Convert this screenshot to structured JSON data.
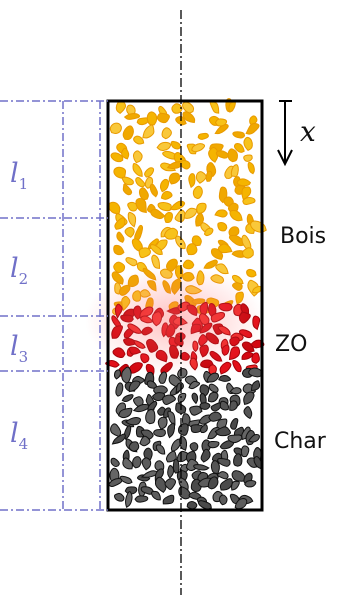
{
  "axis": {
    "label": "x"
  },
  "zones": [
    {
      "key": "bois",
      "label": "Bois"
    },
    {
      "key": "zo",
      "label": "ZO"
    },
    {
      "key": "char",
      "label": "Char"
    }
  ],
  "lengths": [
    {
      "symbol": "l",
      "subscript": "1"
    },
    {
      "symbol": "l",
      "subscript": "2"
    },
    {
      "symbol": "l",
      "subscript": "3"
    },
    {
      "symbol": "l",
      "subscript": "4"
    }
  ],
  "colors": {
    "wood": "#f5b400",
    "oxidation": "#e3101a",
    "char": "#555555",
    "dimension_lines": "#7070c8"
  }
}
